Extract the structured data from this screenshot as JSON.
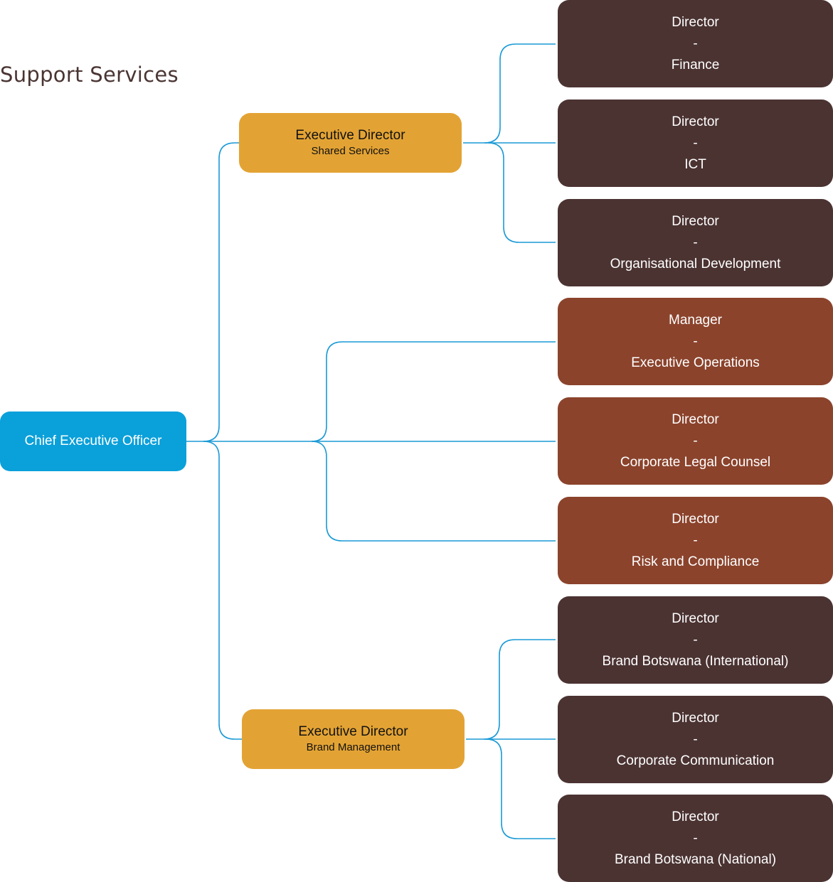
{
  "page_title": "Support Services",
  "ceo": {
    "title": "Chief Executive Officer"
  },
  "executives": [
    {
      "title": "Executive Director",
      "unit": "Shared Services"
    },
    {
      "title": "Executive Director",
      "unit": "Brand Management"
    }
  ],
  "separator": "-",
  "roles": [
    {
      "title": "Director",
      "unit": "Finance",
      "reports_to": "Shared Services"
    },
    {
      "title": "Director",
      "unit": "ICT",
      "reports_to": "Shared Services"
    },
    {
      "title": "Director",
      "unit": "Organisational Development",
      "reports_to": "Shared Services"
    },
    {
      "title": "Manager",
      "unit": "Executive Operations",
      "reports_to": "Chief Executive Officer"
    },
    {
      "title": "Director",
      "unit": "Corporate Legal Counsel",
      "reports_to": "Chief Executive Officer"
    },
    {
      "title": "Director",
      "unit": "Risk and Compliance",
      "reports_to": "Chief Executive Officer"
    },
    {
      "title": "Director",
      "unit": "Brand Botswana (International)",
      "reports_to": "Brand Management"
    },
    {
      "title": "Director",
      "unit": "Corporate Communication",
      "reports_to": "Brand Management"
    },
    {
      "title": "Director",
      "unit": "Brand Botswana (National)",
      "reports_to": "Brand Management"
    }
  ],
  "colors": {
    "ceo": "#0aa0da",
    "executive": "#e3a334",
    "shared_services_roles": "#4b3332",
    "ceo_direct_roles": "#8b432c",
    "connector": "#1a9ad6"
  }
}
